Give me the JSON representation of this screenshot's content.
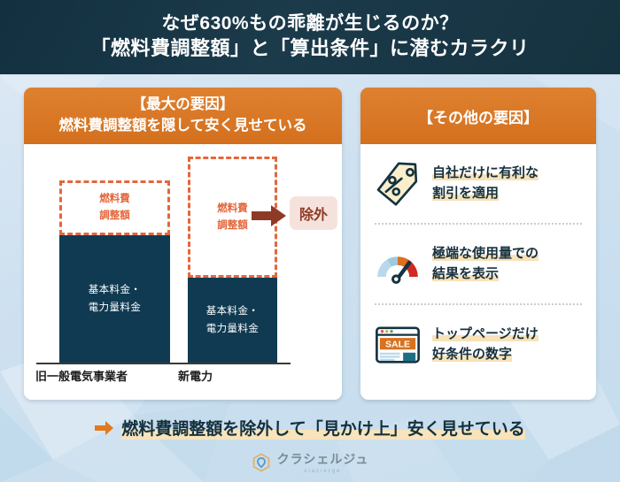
{
  "header": {
    "line1": "なぜ630%もの乖離が生じるのか？",
    "line2": "「燃料費調整額」と「算出条件」に潜むカラクリ"
  },
  "left_panel": {
    "title_line1": "【最大の要因】",
    "title_line2": "燃料費調整額を隠して安く見せている",
    "exclude_badge": "除外"
  },
  "right_panel": {
    "title": "【その他の要因】",
    "items": [
      {
        "icon": "price-tag-percent-icon",
        "line1": "自社だけに有利な",
        "line2": "割引を適用"
      },
      {
        "icon": "gauge-meter-icon",
        "line1": "極端な使用量での",
        "line2": "結果を表示"
      },
      {
        "icon": "browser-sale-page-icon",
        "line1": "トップページだけ",
        "line2": "好条件の数字"
      }
    ]
  },
  "conclusion": {
    "arrow_icon": "right-arrow-icon",
    "text": "燃料費調整額を除外して「見かけ上」安く見せている"
  },
  "logo": {
    "mark": "kurashelge-hexagon-icon",
    "name": "クラシェルジュ",
    "sub": "ciacierge"
  },
  "colors": {
    "header_bg": "#16323f",
    "accent_orange": "#da7927",
    "bar_navy": "#103a52",
    "fuel_dashed": "#e4673c",
    "badge_bg": "#f6e2dd",
    "badge_text": "#8f3a26",
    "highlight_yellow": "#f7e2b9",
    "page_bg": "#cfe2f0"
  },
  "chart_data": {
    "type": "bar",
    "title": "",
    "xlabel": "",
    "ylabel": "",
    "categories": [
      "旧一般電気事業者",
      "新電力"
    ],
    "stack_labels": [
      "基本料金・\n電力量料金",
      "燃料費\n調整額"
    ],
    "series": [
      {
        "name": "基本料金・電力量料金",
        "values": [
          144,
          96
        ]
      },
      {
        "name": "燃料費調整額",
        "values": [
          64,
          110
        ]
      }
    ],
    "ylim": [
      0,
      230
    ],
    "grid": false,
    "legend": "none",
    "annotations": [
      "除外"
    ],
    "notes": "Stacked bars: navy = base + energy charge (rendered solid), dashed orange outline = fuel cost adjustment (rendered hollow). New-power bar hides a larger fuel adjustment which is excluded from the advertised price."
  }
}
